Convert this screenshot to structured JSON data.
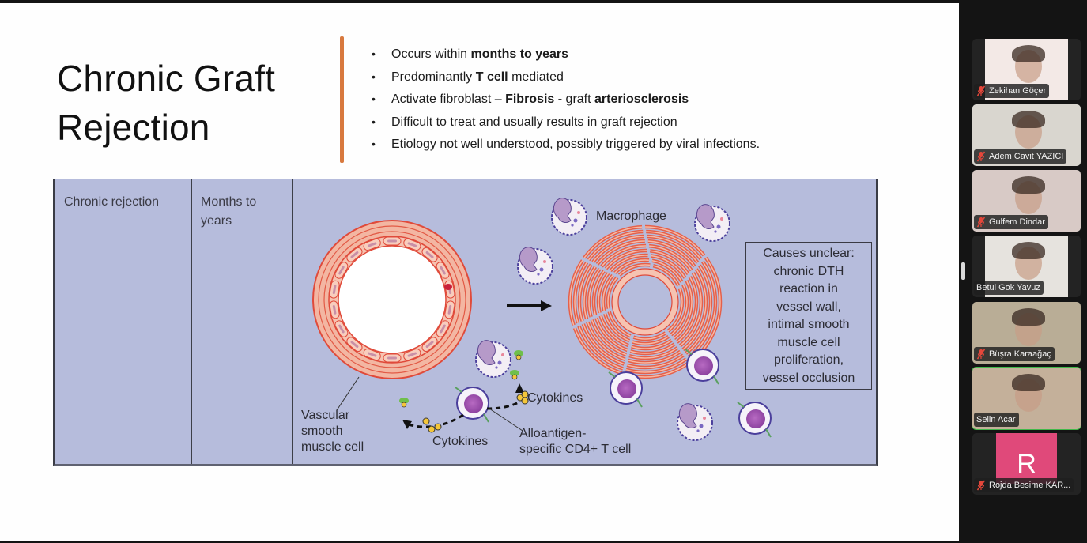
{
  "slide": {
    "title": "Chronic Graft Rejection",
    "title_line1": "Chronic Graft",
    "title_line2": "Rejection",
    "accent_color": "#d8793e",
    "bullets": [
      {
        "parts": [
          {
            "t": "Occurs within ",
            "b": false
          },
          {
            "t": "months to years",
            "b": true
          }
        ]
      },
      {
        "parts": [
          {
            "t": "Predominantly ",
            "b": false
          },
          {
            "t": "T cell",
            "b": true
          },
          {
            "t": " mediated",
            "b": false
          }
        ]
      },
      {
        "parts": [
          {
            "t": "Activate fibroblast – ",
            "b": false
          },
          {
            "t": "Fibrosis -",
            "b": true
          },
          {
            "t": " graft ",
            "b": false
          },
          {
            "t": "arteriosclerosis",
            "b": true
          }
        ]
      },
      {
        "parts": [
          {
            "t": "Difficult to treat and usually results in graft rejection",
            "b": false
          }
        ]
      },
      {
        "parts": [
          {
            "t": "Etiology not well understood, possibly triggered by viral infections.",
            "b": false
          }
        ]
      }
    ],
    "bullet_glyph": "•"
  },
  "figure": {
    "background_color": "#b6bcdc",
    "rejection_type": "Chronic rejection",
    "timing_line1": "Months to",
    "timing_line2": "years",
    "labels": {
      "macrophage": "Macrophage",
      "vascular_line1": "Vascular",
      "vascular_line2": "smooth",
      "vascular_line3": "muscle cell",
      "cytokines_left": "Cytokines",
      "cytokines_right": "Cytokines",
      "tcell_line1": "Alloantigen-",
      "tcell_line2": "specific CD4+ T cell"
    },
    "cause_box_lines": [
      "Causes unclear:",
      "chronic DTH",
      "reaction in",
      "vessel wall,",
      "intimal smooth",
      "muscle cell",
      "proliferation,",
      "vessel occlusion"
    ]
  },
  "participants": [
    {
      "name": "Zekihan Göçer",
      "muted": true,
      "active": false,
      "video_bg": "#f3e9e6"
    },
    {
      "name": "Adem Cavit YAZICI",
      "muted": true,
      "active": false,
      "video_bg": "#d9d6cf"
    },
    {
      "name": "Gulfem Dindar",
      "muted": true,
      "active": false,
      "video_bg": "#d8cac6"
    },
    {
      "name": "Betul Gok Yavuz",
      "muted": false,
      "active": false,
      "video_bg": "#e6e3de"
    },
    {
      "name": "Büşra Karaağaç",
      "muted": true,
      "active": false,
      "video_bg": "#b9ad96"
    },
    {
      "name": "Selin Acar",
      "muted": false,
      "active": true,
      "video_bg": "#c4b09a"
    },
    {
      "name": "Rojda Besime KAR...",
      "muted": true,
      "active": false,
      "avatar_letter": "R",
      "avatar_color": "#e0497a"
    }
  ],
  "colors": {
    "panel_bg": "#141414",
    "active_speaker_border": "#42b84a",
    "mic_muted": "#e5473b"
  }
}
